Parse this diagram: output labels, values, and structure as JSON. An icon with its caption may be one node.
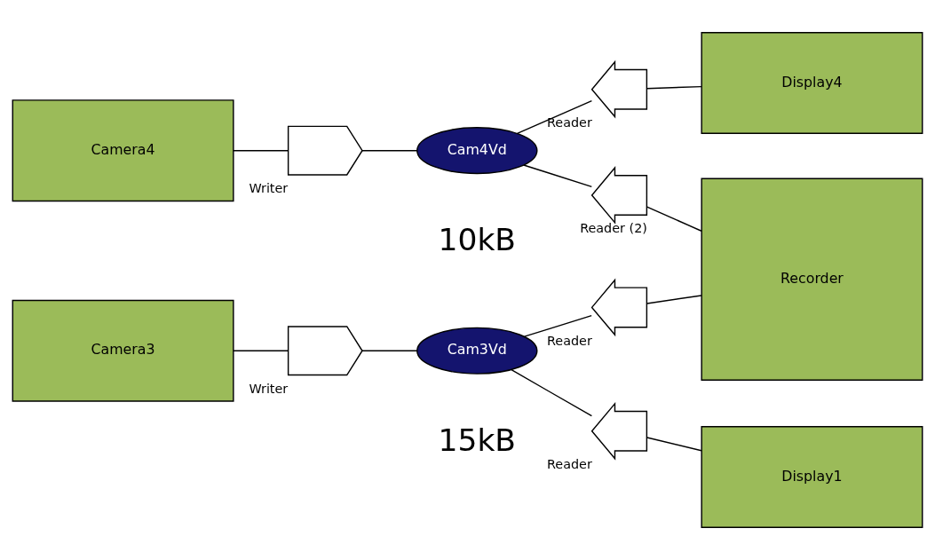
{
  "diagram": {
    "nodes": [
      {
        "text": [
          "Camera4"
        ]
      },
      {
        "text": [],
        "shape": "pentagon",
        "beside": [
          "Writer"
        ]
      },
      {
        "text": [
          "Cam4Vd"
        ],
        "beside": [
          "10kB"
        ]
      },
      {
        "text": [],
        "shape": "chevron",
        "beside": [
          "Reader"
        ]
      },
      {
        "text": [
          "Display4"
        ]
      },
      {
        "text": [],
        "shape": "chevron",
        "beside": [
          "Reader (2)"
        ]
      },
      {
        "text": [
          "Recorder"
        ]
      },
      {
        "text": [
          "Camera3"
        ]
      },
      {
        "text": [],
        "shape": "pentagon",
        "beside": [
          "Writer"
        ]
      },
      {
        "text": [
          "Cam3Vd"
        ],
        "beside": [
          "15kB"
        ]
      },
      {
        "text": [],
        "shape": "chevron",
        "beside": [
          "Reader"
        ]
      },
      {
        "text": [],
        "shape": "chevron",
        "beside": [
          "Reader"
        ]
      },
      {
        "text": [
          "Display1"
        ]
      }
    ],
    "edges": [
      {
        "from": 0,
        "to": 1,
        "arrow": "none"
      },
      {
        "from": 1,
        "to": 2,
        "arrow": "none"
      },
      {
        "from": 2,
        "to": 3,
        "arrow": "none"
      },
      {
        "from": 3,
        "to": 4,
        "arrow": "none"
      },
      {
        "from": 2,
        "to": 5,
        "arrow": "none"
      },
      {
        "from": 5,
        "to": 6,
        "arrow": "none"
      },
      {
        "from": 7,
        "to": 8,
        "arrow": "none"
      },
      {
        "from": 8,
        "to": 9,
        "arrow": "none"
      },
      {
        "from": 9,
        "to": 10,
        "arrow": "none"
      },
      {
        "from": 10,
        "to": 6,
        "arrow": "none"
      },
      {
        "from": 9,
        "to": 11,
        "arrow": "none"
      },
      {
        "from": 11,
        "to": 12,
        "arrow": "none"
      }
    ]
  }
}
